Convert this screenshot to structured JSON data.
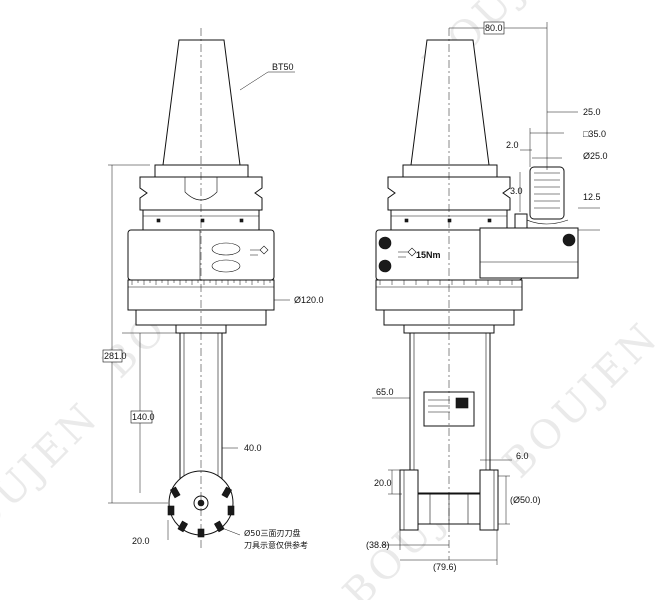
{
  "watermark": "BOUJEN",
  "left_view": {
    "taper_label": "BT50",
    "overall_length": "281.0",
    "shaft_length": "140.0",
    "shaft_diameter": "40.0",
    "head_diameter": "Ø120.0",
    "cutter_offset": "20.0",
    "cutter_note_line1": "Ø50三面刃刀盘",
    "cutter_note_line2": "刀具示意仅供参考"
  },
  "right_view": {
    "stop_block_offset": "80.0",
    "stop_block_width": "25.0",
    "square_size": "□35.0",
    "pin_offset": "2.0",
    "pin_diameter": "Ø25.0",
    "pin_gap": "3.0",
    "pin_height": "12.5",
    "torque": "15Nm",
    "shaft_offset": "65.0",
    "cutter_width": "6.0",
    "cutter_height": "20.0",
    "cutter_diameter": "(Ø50.0)",
    "left_reach": "(38.8)",
    "total_reach": "(79.6)"
  }
}
